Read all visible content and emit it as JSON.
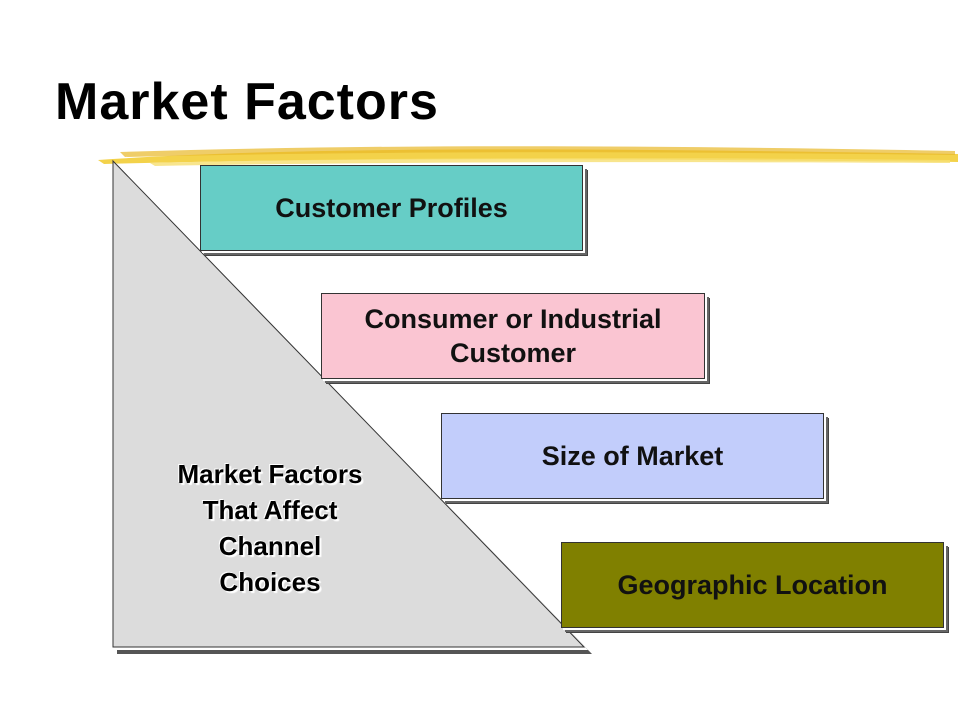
{
  "slide": {
    "title": "Market Factors"
  },
  "pyramid": {
    "label": "Market Factors\nThat Affect\nChannel\nChoices",
    "fill_color": "#dcdcdc"
  },
  "factors": [
    {
      "label": "Customer Profiles",
      "color": "#66cdc6"
    },
    {
      "label": "Consumer or Industrial\nCustomer",
      "color": "#fac5d2"
    },
    {
      "label": "Size of Market",
      "color": "#c2cdfb"
    },
    {
      "label": "Geographic Location",
      "color": "#808000"
    }
  ],
  "accent": {
    "underline_color": "#f2d040"
  }
}
